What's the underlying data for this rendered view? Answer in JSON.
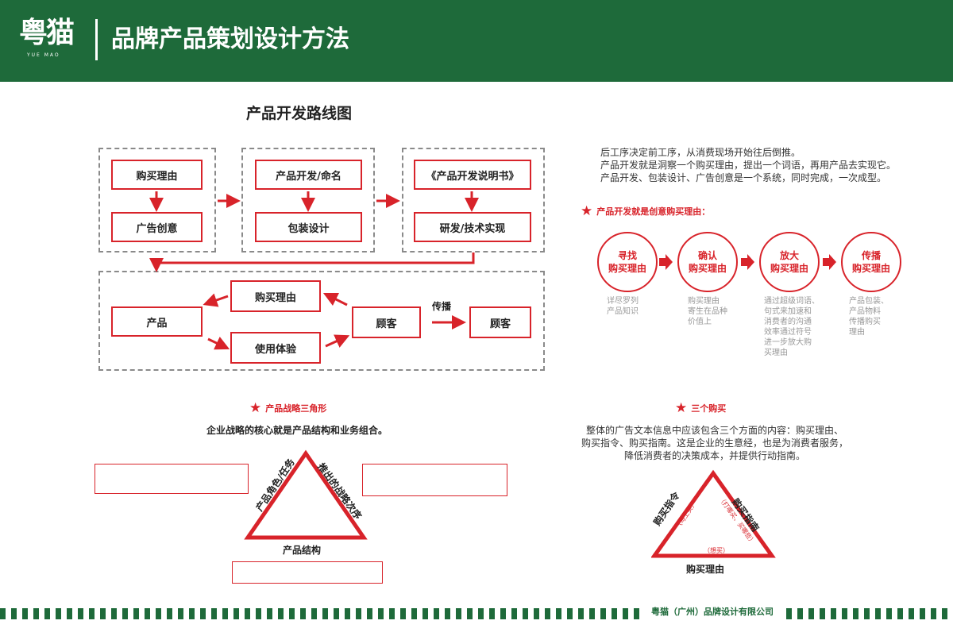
{
  "header": {
    "logo_text": "粤猫",
    "logo_sub": "YUE MAO",
    "title": "品牌产品策划设计方法"
  },
  "roadmap": {
    "title": "产品开发路线图",
    "boxes": [
      "购买理由",
      "广告创意",
      "产品开发/命名",
      "包装设计",
      "《产品开发说明书》",
      "研发/技术实现"
    ],
    "cycle": {
      "product": "产品",
      "buy_reason": "购买理由",
      "usage": "使用体验",
      "customer1": "顾客",
      "spread_label": "传播",
      "customer2": "顾客"
    }
  },
  "intro_lines": [
    "后工序决定前工序，从消费现场开始往后倒推。",
    "产品开发就是洞察一个购买理由，提出一个词语，再用产品去实现它。",
    "产品开发、包装设计、广告创意是一个系统，同时完成，一次成型。"
  ],
  "creative": {
    "title": "产品开发就是创意购买理由：",
    "steps": [
      {
        "line1": "寻找",
        "line2": "购买理由",
        "note": [
          "详尽罗列",
          "产品知识"
        ]
      },
      {
        "line1": "确认",
        "line2": "购买理由",
        "note": [
          "购买理由",
          "寄生在品种",
          "价值上"
        ]
      },
      {
        "line1": "放大",
        "line2": "购买理由",
        "note": [
          "通过超级词语、",
          "句式来加速和",
          "消费者的沟通",
          "效率通过符号",
          "进一步放大购",
          "买理由"
        ]
      },
      {
        "line1": "传播",
        "line2": "购买理由",
        "note": [
          "产品包装、",
          "产品物料",
          "传播购买",
          "理由"
        ]
      }
    ]
  },
  "triangle": {
    "title": "产品战略三角形",
    "subtitle": "企业战略的核心就是产品结构和业务组合。",
    "left_side": "产品角色/任务",
    "right_side": "推出的战略次序",
    "bottom": "产品结构",
    "left_note": "",
    "right_note": "",
    "bottom_note": ""
  },
  "three_buy": {
    "title": "三个购买",
    "text_lines": [
      "整体的广告文本信息中应该包含三个方面的内容：购买理由、",
      "购买指令、购买指南。这是企业的生意经，也是为消费者服务，",
      "降低消费者的决策成本，并提供行动指南。"
    ],
    "left_side": "购买指令",
    "right_side": "购买指南",
    "bottom": "购买理由",
    "inner_left": "（马上买）",
    "inner_right": "（打哪买、买哪些）",
    "inner_bottom": "（想买）"
  },
  "footer": {
    "company": "粤猫（广州）品牌设计有限公司",
    "address": ""
  },
  "colors": {
    "brand_green": "#1e6a3a",
    "accent_red": "#d8232a"
  }
}
